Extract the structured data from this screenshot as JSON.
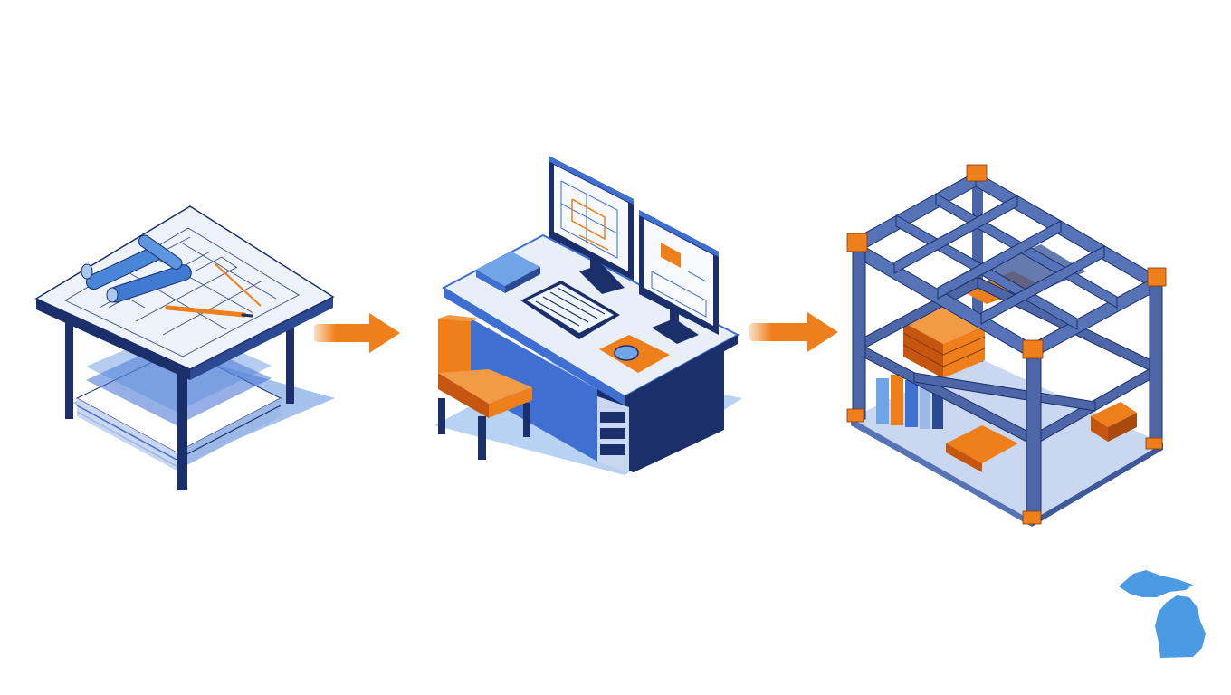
{
  "diagram": {
    "type": "process-flow",
    "steps": [
      {
        "id": "drafting",
        "icon": "drafting-table-with-blueprints-icon"
      },
      {
        "id": "cad",
        "icon": "computer-workstation-with-cad-icon"
      },
      {
        "id": "construction",
        "icon": "steel-frame-structure-with-materials-icon"
      }
    ],
    "connectors": [
      {
        "from": "drafting",
        "to": "cad",
        "icon": "arrow-right-icon"
      },
      {
        "from": "cad",
        "to": "construction",
        "icon": "arrow-right-icon"
      }
    ],
    "badge": {
      "icon": "michigan-map-icon"
    }
  },
  "colors": {
    "navy": "#1b2f6b",
    "blue": "#3f6fd0",
    "light_blue": "#6fa5e6",
    "pale_blue": "#dbe6f7",
    "steel": "#5673b8",
    "orange": "#ef7f1a",
    "dark_orange": "#c4560f",
    "paper": "#f4f6fb",
    "background": "#ffffff"
  }
}
